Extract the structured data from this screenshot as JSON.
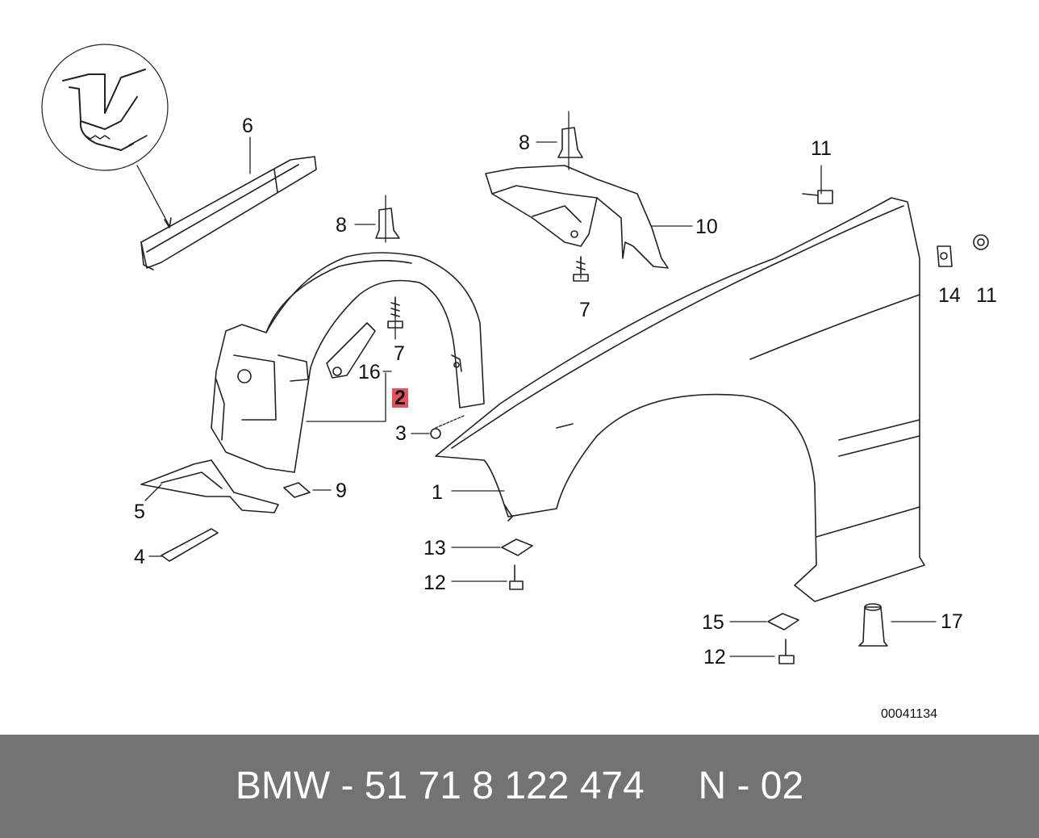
{
  "diagram": {
    "callouts": {
      "c1": "1",
      "c2": "2",
      "c3": "3",
      "c4": "4",
      "c5": "5",
      "c6": "6",
      "c7a": "7",
      "c7b": "7",
      "c8a": "8",
      "c8b": "8",
      "c9": "9",
      "c10": "10",
      "c11a": "11",
      "c11b": "11",
      "c12a": "12",
      "c12b": "12",
      "c13": "13",
      "c14": "14",
      "c15": "15",
      "c16": "16",
      "c17": "17"
    },
    "highlighted_part": "2",
    "highlight_color": "#e5535f",
    "reference_code": "00041134"
  },
  "footer": {
    "text": "BMW - 51 71 8 122 474     N - 02",
    "background": "#737373",
    "text_color": "#ffffff"
  }
}
